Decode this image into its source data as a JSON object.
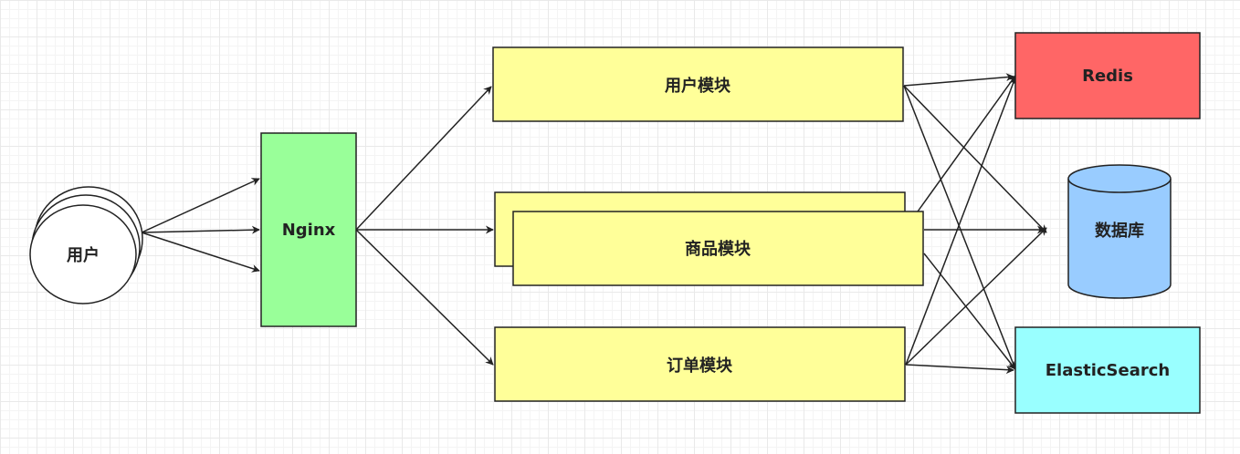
{
  "nodes": {
    "user": {
      "label": "用户"
    },
    "nginx": {
      "label": "Nginx",
      "color": "#99ff99"
    },
    "user_module": {
      "label": "用户模块",
      "color": "#ffff99"
    },
    "product_module": {
      "label": "商品模块",
      "color": "#ffff99"
    },
    "order_module": {
      "label": "订单模块",
      "color": "#ffff99"
    },
    "redis": {
      "label": "Redis",
      "color": "#ff6666"
    },
    "database": {
      "label": "数据库",
      "color": "#99ccff"
    },
    "elasticsearch": {
      "label": "ElasticSearch",
      "color": "#99ffff"
    }
  },
  "edges": [
    [
      "user",
      "nginx"
    ],
    [
      "user",
      "nginx"
    ],
    [
      "user",
      "nginx"
    ],
    [
      "nginx",
      "user_module"
    ],
    [
      "nginx",
      "product_module"
    ],
    [
      "nginx",
      "order_module"
    ],
    [
      "user_module",
      "redis"
    ],
    [
      "user_module",
      "database"
    ],
    [
      "user_module",
      "elasticsearch"
    ],
    [
      "product_module",
      "redis"
    ],
    [
      "product_module",
      "database"
    ],
    [
      "product_module",
      "elasticsearch"
    ],
    [
      "order_module",
      "redis"
    ],
    [
      "order_module",
      "database"
    ],
    [
      "order_module",
      "elasticsearch"
    ]
  ]
}
